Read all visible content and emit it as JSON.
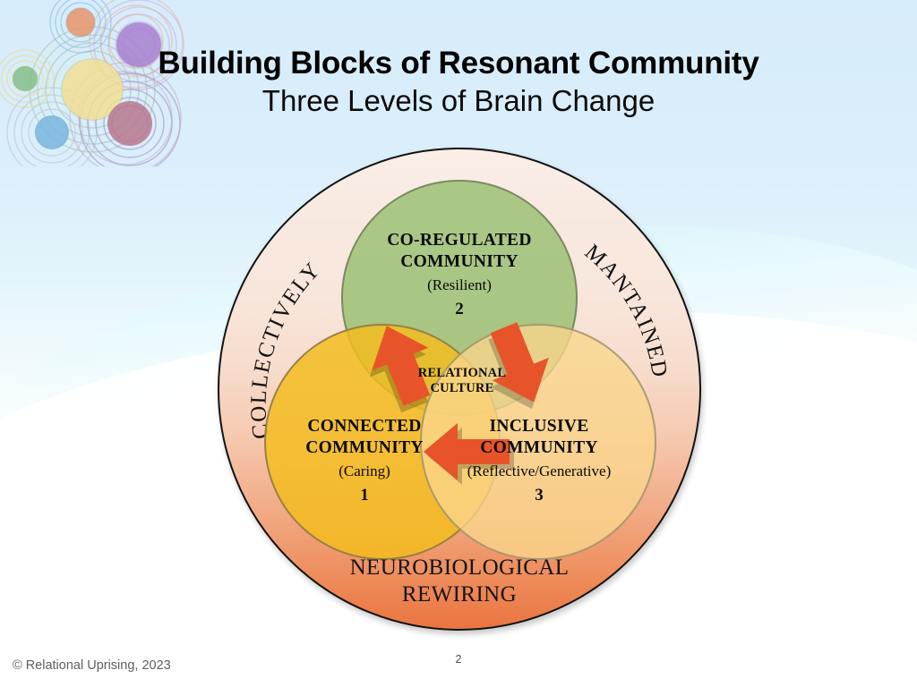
{
  "slide": {
    "title": "Building Blocks of Resonant Community",
    "subtitle": "Three Levels of Brain Change",
    "copyright": "© Relational Uprising, 2023",
    "slide_number": "2"
  },
  "logo": {
    "name": "relational-uprising-ripples-logo",
    "colors": [
      "#e8956b",
      "#a97fd0",
      "#f2df94",
      "#86c08a",
      "#7bb6de",
      "#b9788f"
    ]
  },
  "diagram": {
    "outer_ring": {
      "left_label": "COLLECTIVELY",
      "right_label": "MANTAINED",
      "bottom_label_line1": "NEUROBIOLOGICAL",
      "bottom_label_line2": "REWIRING",
      "gradient_top_color": "#faeee7",
      "gradient_bottom_color": "#ea7540",
      "border_color": "#121212"
    },
    "center_label_line1": "RELATIONAL",
    "center_label_line2": "CULTURE",
    "lobes": [
      {
        "id": "co-regulated",
        "title_line1": "CO-REGULATED",
        "title_line2": "COMMUNITY",
        "paren": "(Resilient)",
        "number": "2",
        "color": "#96be6e"
      },
      {
        "id": "connected",
        "title_line1": "CONNECTED",
        "title_line2": "COMMUNITY",
        "paren": "(Caring)",
        "number": "1",
        "color": "#f3bc1e"
      },
      {
        "id": "inclusive",
        "title_line1": "INCLUSIVE",
        "title_line2": "COMMUNITY",
        "paren": "(Reflective/Generative)",
        "number": "3",
        "color": "#fad68c"
      }
    ],
    "arrows": [
      {
        "id": "arrow-connected-to-coregulated",
        "direction": "up-right",
        "color": "#e8542a"
      },
      {
        "id": "arrow-coregulated-to-inclusive",
        "direction": "down-right",
        "color": "#e8542a"
      },
      {
        "id": "arrow-inclusive-to-connected",
        "direction": "left",
        "color": "#e8542a"
      }
    ]
  }
}
